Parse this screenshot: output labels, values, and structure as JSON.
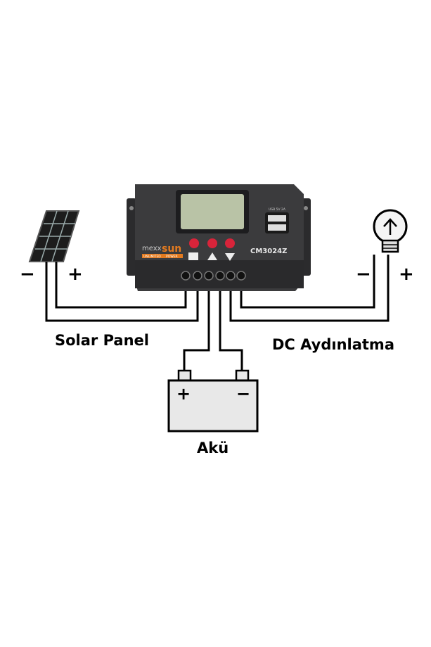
{
  "controller": {
    "brand_left": "mexx",
    "brand_right": "sun",
    "tagline_left": "UNLIMITED",
    "tagline_right": "POWER",
    "model": "CM3024Z",
    "usb_label": "USB 5V 2A",
    "colors": {
      "body": "#3b3b3d",
      "lcd": "#b9c3a6",
      "button": "#d8243a",
      "brand_orange": "#e37a1f"
    }
  },
  "labels": {
    "solar_panel": "Solar Panel",
    "battery": "Akü",
    "lighting": "DC Aydınlatma",
    "minus": "−",
    "plus": "+"
  },
  "icons": [
    "solar-panel-icon",
    "light-bulb-icon",
    "battery-icon"
  ]
}
